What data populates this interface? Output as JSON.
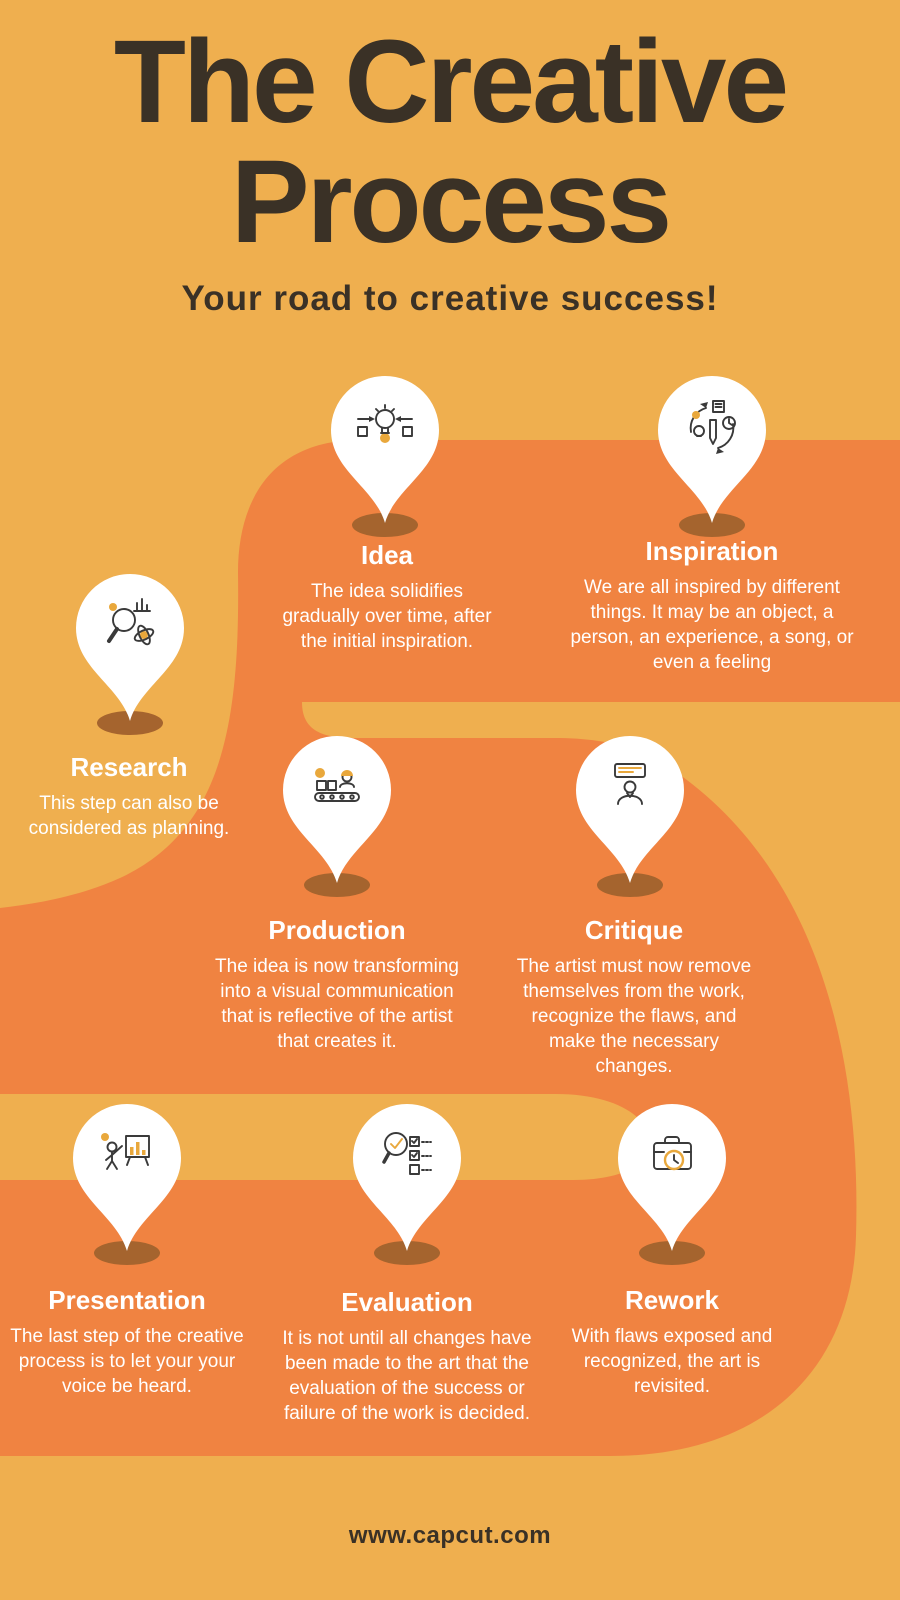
{
  "page": {
    "title_line1": "The Creative",
    "title_line2": "Process",
    "subtitle": "Your road to creative success!",
    "footer": "www.capcut.com"
  },
  "colors": {
    "background": "#EFAF4F",
    "road": "#F08341",
    "title_text": "#3A3126",
    "pin_fill": "#FFFFFF",
    "pin_shadow": "#A5642E",
    "body_text": "#FFFFFF",
    "icon_accent": "#E9A83C"
  },
  "steps": [
    {
      "title": "Idea",
      "description": "The idea solidifies gradually over time, after the initial inspiration.",
      "icon": "idea-icon"
    },
    {
      "title": "Inspiration",
      "description": "We are all inspired by different things.  It may be an object, a person, an experience, a song, or even a feeling",
      "icon": "inspiration-icon"
    },
    {
      "title": "Research",
      "description": "This step can also be considered as planning.",
      "icon": "research-icon"
    },
    {
      "title": "Production",
      "description": "The idea is now transforming into a visual communication that is reflective of the artist that creates it.",
      "icon": "production-icon"
    },
    {
      "title": "Critique",
      "description": "The artist must now remove themselves from the work, recognize the flaws, and make the necessary changes.",
      "icon": "critique-icon"
    },
    {
      "title": "Presentation",
      "description": "The last step of the creative process is to let your your voice be heard.",
      "icon": "presentation-icon"
    },
    {
      "title": "Evaluation",
      "description": "It is not until all changes have been made to the art that the evaluation of the success or failure of the work is decided.",
      "icon": "evaluation-icon"
    },
    {
      "title": "Rework",
      "description": "With flaws exposed and recognized, the art is revisited.",
      "icon": "rework-icon"
    }
  ]
}
